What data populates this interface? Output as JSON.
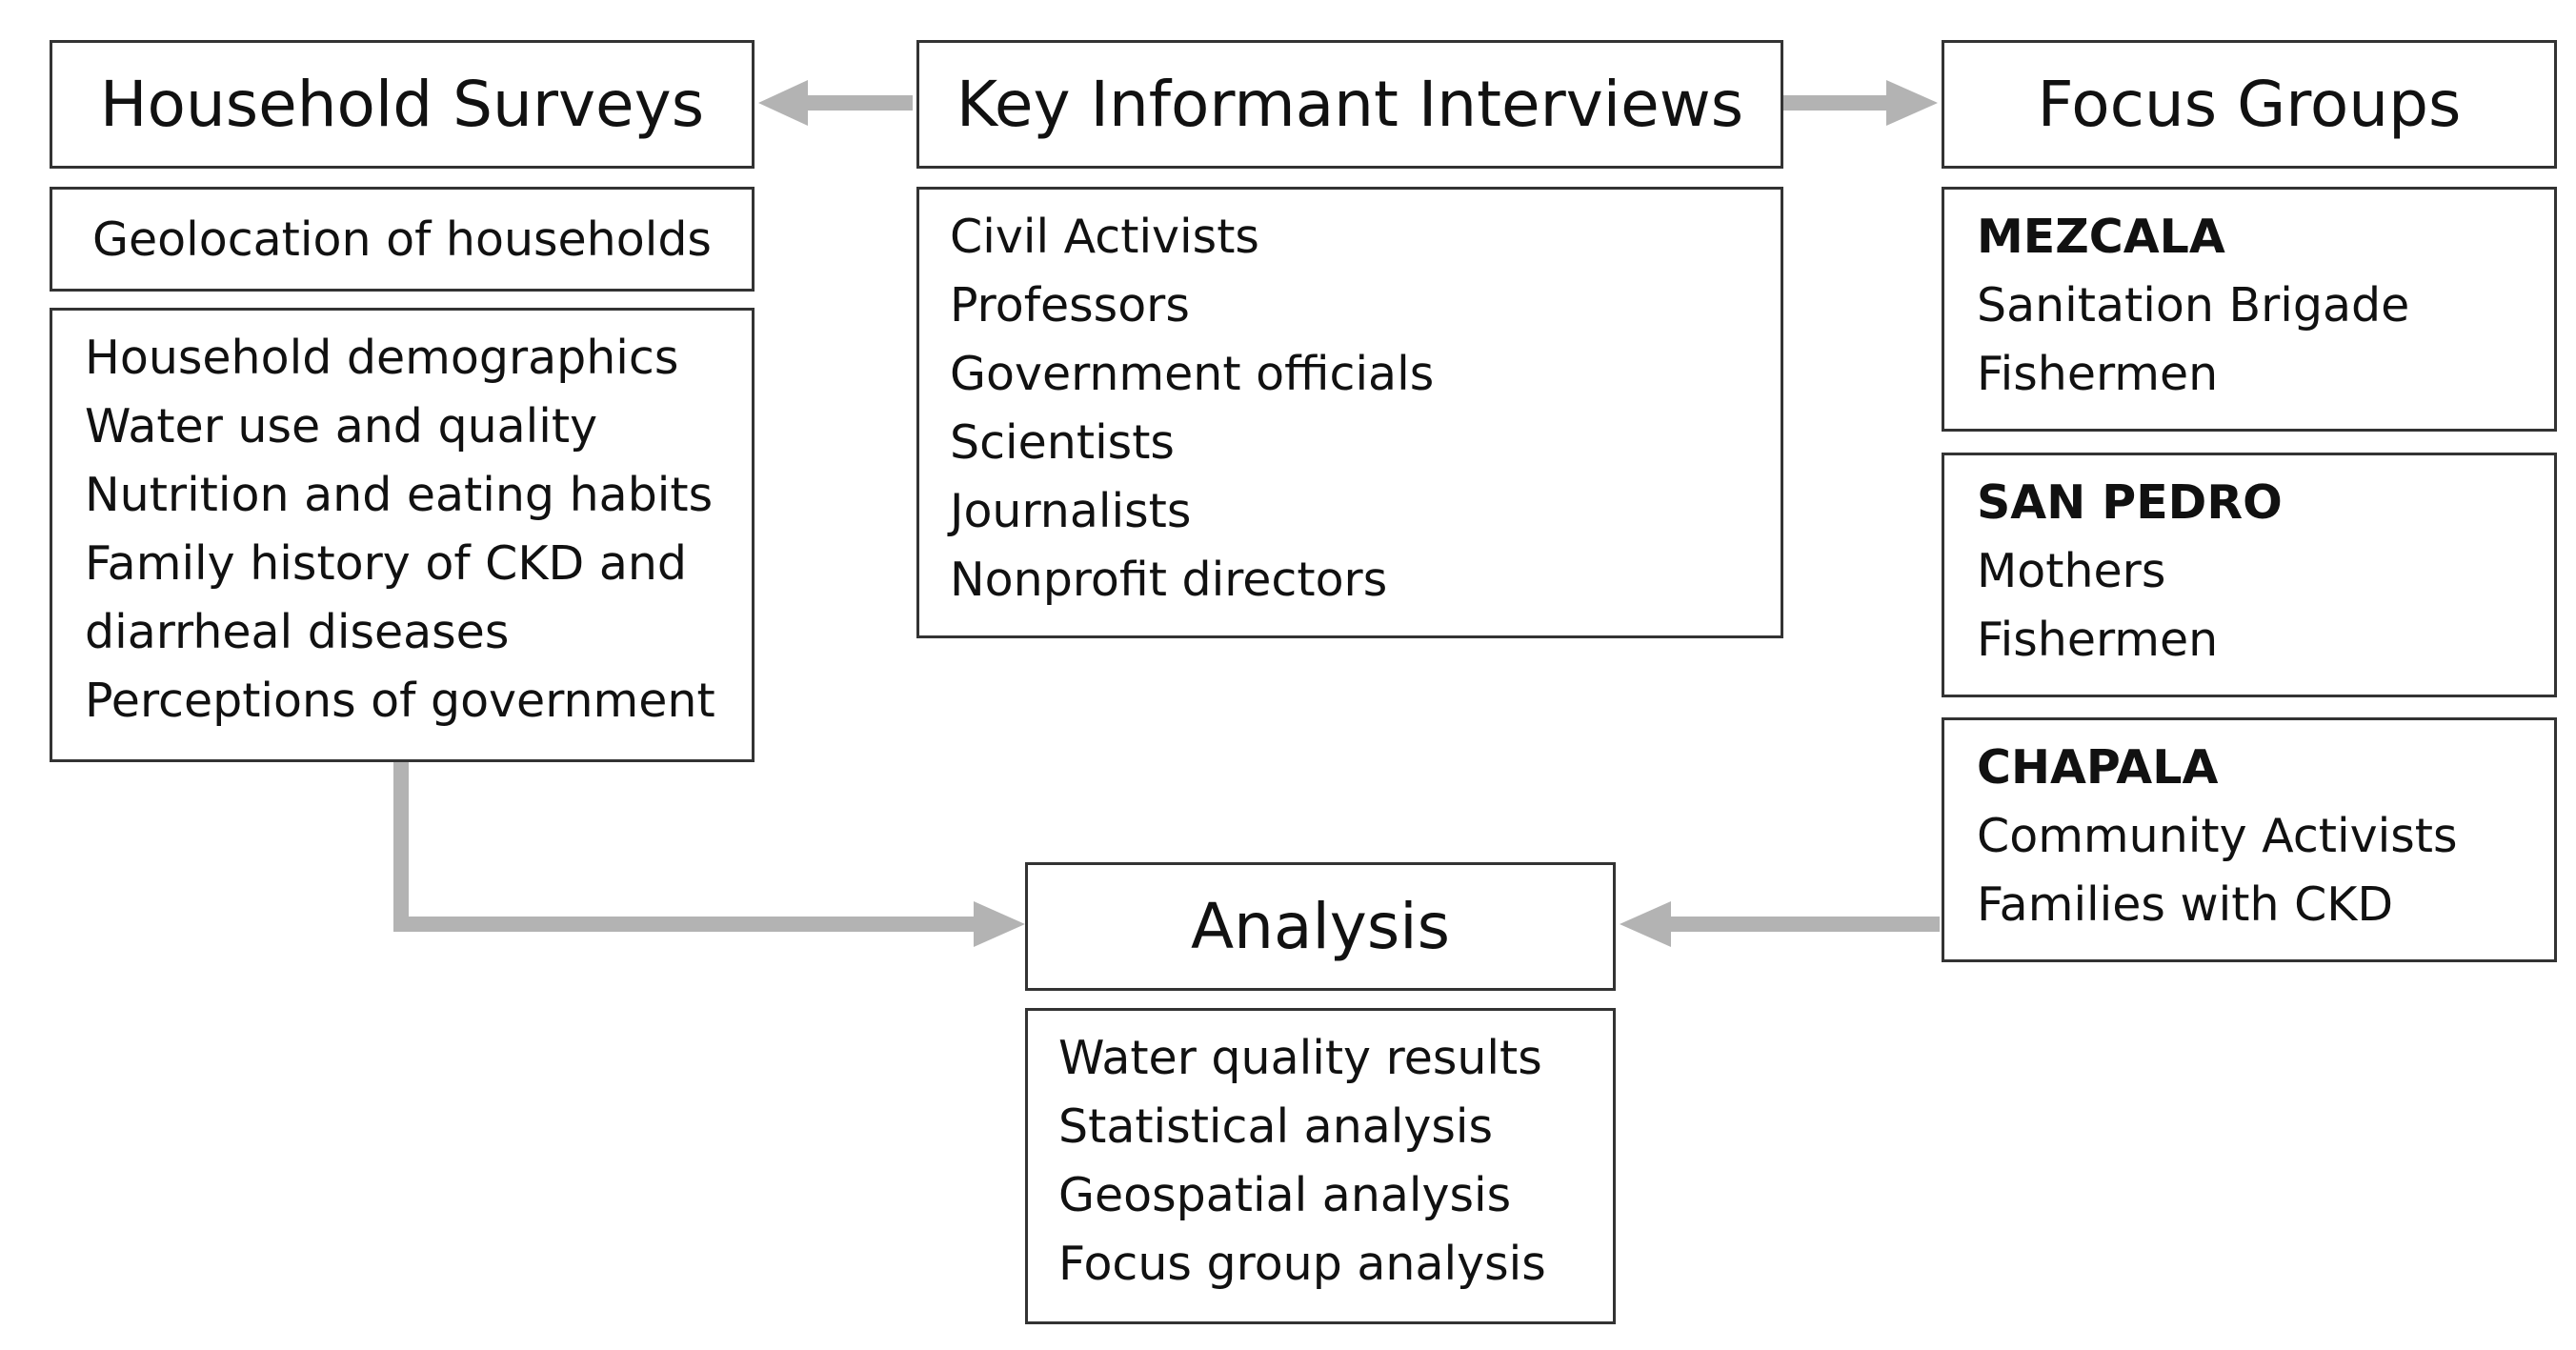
{
  "household_surveys": {
    "title": "Household Surveys",
    "geolocation": "Geolocation of households",
    "items": [
      "Household demographics",
      "Water use and quality",
      "Nutrition and eating habits",
      "Family history of CKD and",
      "diarrheal diseases",
      "Perceptions of government"
    ]
  },
  "key_informant_interviews": {
    "title": "Key Informant Interviews",
    "items": [
      "Civil Activists",
      "Professors",
      "Government officials",
      "Scientists",
      "Journalists",
      "Nonprofit directors"
    ]
  },
  "focus_groups": {
    "title": "Focus Groups",
    "groups": [
      {
        "location": "MEZCALA",
        "members": [
          "Sanitation Brigade",
          "Fishermen"
        ]
      },
      {
        "location": "SAN PEDRO",
        "members": [
          "Mothers",
          "Fishermen"
        ]
      },
      {
        "location": "CHAPALA",
        "members": [
          "Community Activists",
          "Families with CKD"
        ]
      }
    ]
  },
  "analysis": {
    "title": "Analysis",
    "items": [
      "Water quality results",
      "Statistical analysis",
      "Geospatial analysis",
      "Focus group analysis"
    ]
  },
  "colors": {
    "arrow": "#b3b3b3",
    "border": "#333333"
  }
}
